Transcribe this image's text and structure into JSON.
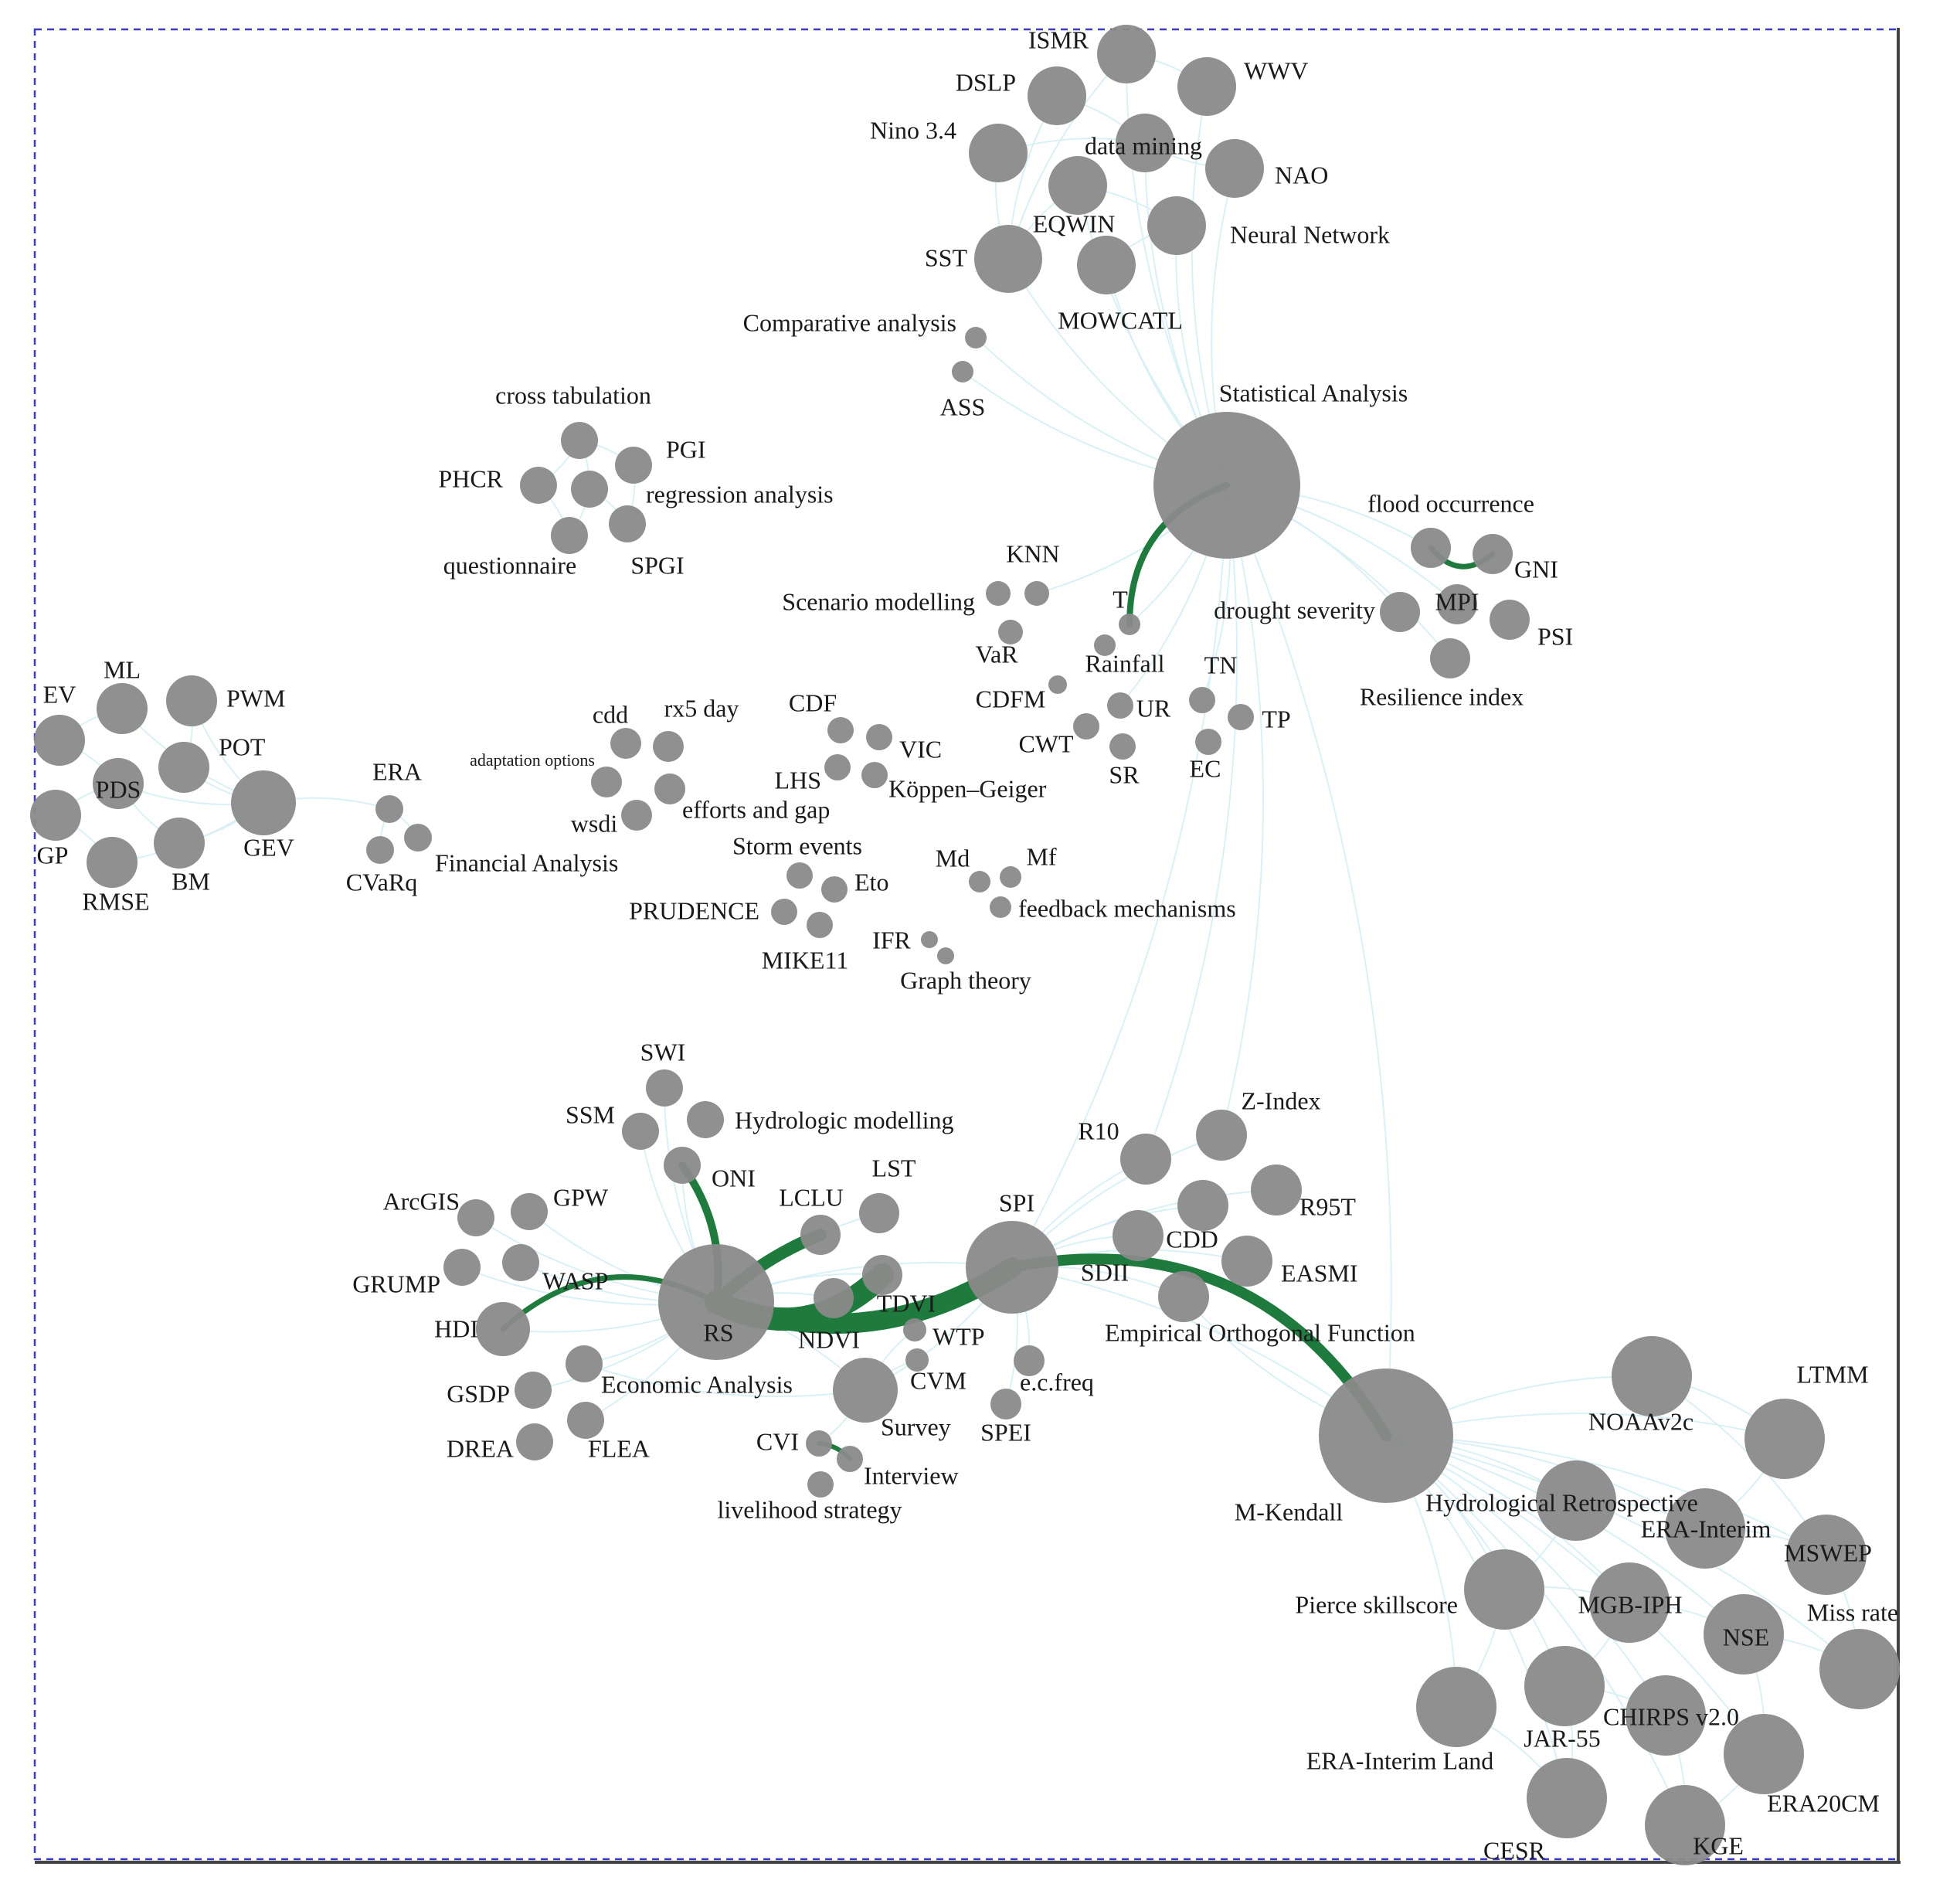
{
  "colors": {
    "node": "#8a8a8a",
    "edge_highlight": "#1f7a3e",
    "edge_background": "#d6eef6",
    "frame": "#3b3bc4"
  },
  "labels": {
    "ismr": "ISMR",
    "wwv": "WWV",
    "dslp": "DSLP",
    "nino34": "Nino 3.4",
    "data_mining": "data mining",
    "nao": "NAO",
    "eqwin": "EQWIN",
    "neural_network": "Neural Network",
    "sst": "SST",
    "mowcatl": "MOWCATL",
    "comparative_analysis": "Comparative analysis",
    "ass": "ASS",
    "statistical_analysis": "Statistical Analysis",
    "cross_tabulation": "cross tabulation",
    "pgi": "PGI",
    "phcr": "PHCR",
    "regression_analysis": "regression analysis",
    "questionnaire": "questionnaire",
    "spgi": "SPGI",
    "flood_occurrence": "flood occurrence",
    "gni": "GNI",
    "mpi": "MPI",
    "drought_severity": "drought severity",
    "psi": "PSI",
    "resilience_index": "Resilience index",
    "knn": "KNN",
    "scenario_modelling": "Scenario modelling",
    "var": "VaR",
    "t": "T",
    "rainfall": "Rainfall",
    "cdfm": "CDFM",
    "tn": "TN",
    "ur": "UR",
    "tp": "TP",
    "cwt": "CWT",
    "sr": "SR",
    "ec": "EC",
    "ev": "EV",
    "ml": "ML",
    "pwm": "PWM",
    "pot": "POT",
    "pds": "PDS",
    "gev": "GEV",
    "gp": "GP",
    "bm": "BM",
    "rmse": "RMSE",
    "era": "ERA",
    "cvarq": "CVaRq",
    "financial_analysis": "Financial Analysis",
    "cdd_lower": "cdd",
    "rx5day": "rx5 day",
    "adaptation_options": "adaptation options",
    "wsdi": "wsdi",
    "efforts_gap": "efforts and gap",
    "cdf": "CDF",
    "vic": "VIC",
    "lhs": "LHS",
    "koppen": "Köppen–Geiger",
    "storm_events": "Storm events",
    "eto": "Eto",
    "prudence": "PRUDENCE",
    "mike11": "MIKE11",
    "md": "Md",
    "mf": "Mf",
    "feedback": "feedback mechanisms",
    "ifr": "IFR",
    "graph_theory": "Graph theory",
    "swi": "SWI",
    "ssm": "SSM",
    "hydrologic_modelling": "Hydrologic modelling",
    "oni": "ONI",
    "arcgis": "ArcGIS",
    "gpw": "GPW",
    "grump": "GRUMP",
    "wasp": "WASP",
    "hdi": "HDI",
    "rs": "RS",
    "lclu": "LCLU",
    "lst": "LST",
    "spi": "SPI",
    "tdvi": "TDVI",
    "ndvi": "NDVI",
    "wtp": "WTP",
    "cvm": "CVM",
    "economic_analysis": "Economic Analysis",
    "gsdp": "GSDP",
    "drea": "DREA",
    "flea": "FLEA",
    "survey": "Survey",
    "cvi": "CVI",
    "interview": "Interview",
    "livelihood": "livelihood strategy",
    "ecfreq": "e.c.freq",
    "spei": "SPEI",
    "r10": "R10",
    "zindex": "Z-Index",
    "r95t": "R95T",
    "cdd_upper": "CDD",
    "sdii": "SDII",
    "easmi": "EASMI",
    "eof": "Empirical Orthogonal Function",
    "mkendall": "M-Kendall",
    "ltmm": "LTMM",
    "noaav2c": "NOAAv2c",
    "hydro_retro": "Hydrological Retrospective",
    "era_interim": "ERA-Interim",
    "mswep": "MSWEP",
    "pierce": "Pierce skillscore",
    "mgbiph": "MGB-IPH",
    "missrate": "Miss rate",
    "nse": "NSE",
    "chirps": "CHIRPS v2.0",
    "era_interim_land": "ERA-Interim Land",
    "jar55": "JAR-55",
    "era20cm": "ERA20CM",
    "cesr": "CESR",
    "kge": "KGE"
  }
}
